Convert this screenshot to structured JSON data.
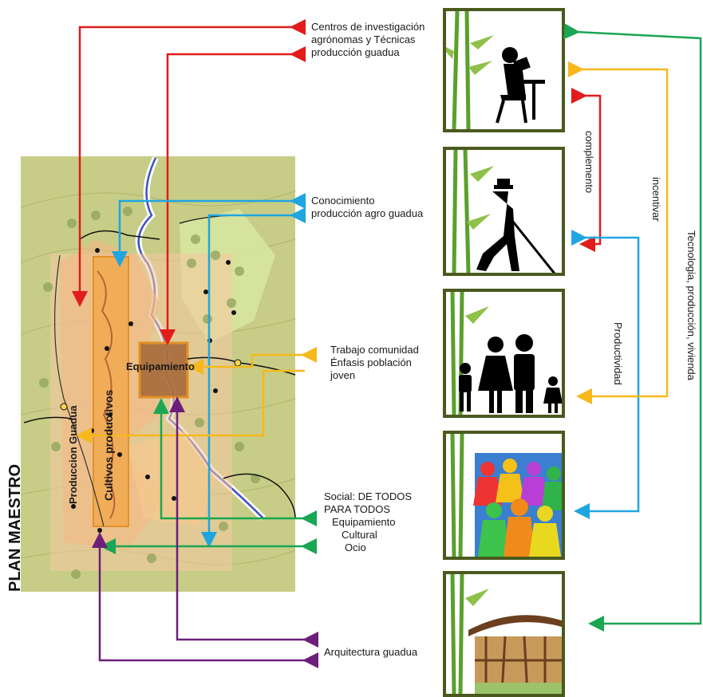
{
  "plan_title": "PLAN MAESTRO",
  "map_labels": {
    "equipment": "Equipamiento",
    "crops": "Cultivos productivos",
    "production": "Produccion Guadua"
  },
  "outputs": [
    {
      "lines": [
        "Centros de investigación",
        "agrónomas y  Técnicas",
        "producción guadua"
      ]
    },
    {
      "lines": [
        "Conocimiento",
        "producción agro guadua"
      ]
    },
    {
      "lines": [
        "Trabajo comunidad",
        "Énfasis población",
        "joven"
      ]
    },
    {
      "lines": [
        "Social: DE TODOS",
        "PARA TODOS",
        "Equipamiento",
        "Cultural",
        "Ocio"
      ]
    },
    {
      "lines": [
        "Arquitectura guadua"
      ]
    }
  ],
  "side_labels": {
    "complement": "complemento",
    "incentive": "incentivar",
    "productivity": "Productividad",
    "technology": "Tecnologia, producción, vivienda"
  },
  "panels": [
    {
      "icon": "reading-person-icon"
    },
    {
      "icon": "farmer-icon"
    },
    {
      "icon": "family-icon"
    },
    {
      "icon": "crowd-icon"
    },
    {
      "icon": "bamboo-building-icon"
    }
  ],
  "colors": {
    "red": "#e21b1b",
    "cyan": "#1fa6e0",
    "yellow": "#f7b81c",
    "green": "#1aa653",
    "purple": "#6b1f7a",
    "panel_border": "#4a5a1e",
    "map_bg": "#c7cd86",
    "orange_zone": "#f2a950",
    "equipment_box": "#a86a3a"
  }
}
